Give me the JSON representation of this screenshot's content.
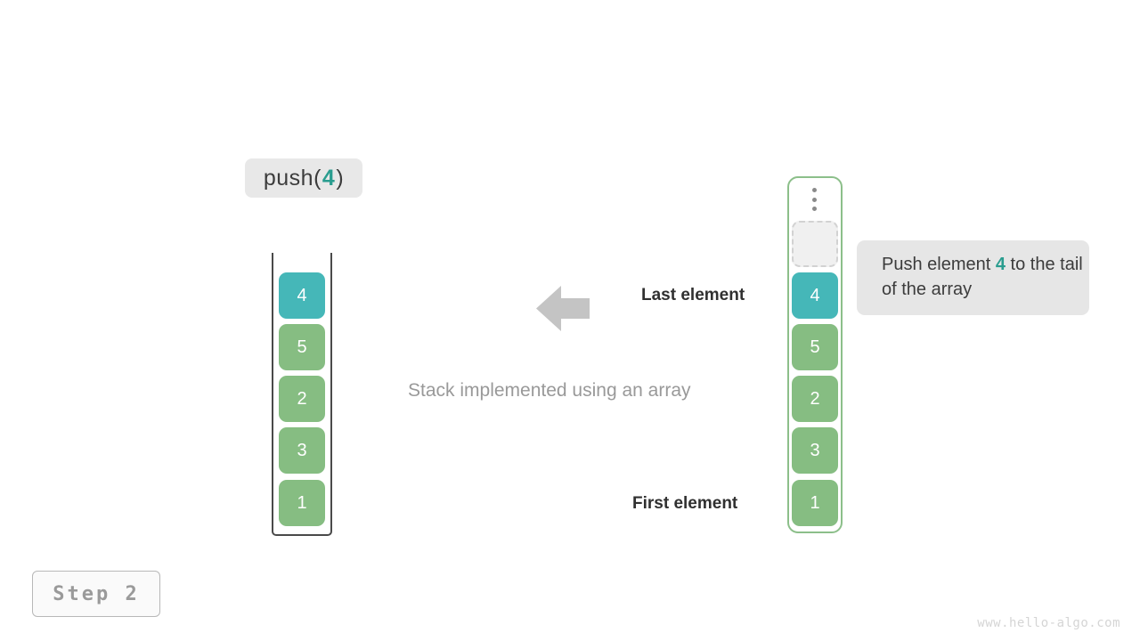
{
  "operation": {
    "prefix": "push(",
    "argument": "4",
    "suffix": ")"
  },
  "left_stack": {
    "name": "abstract-stack",
    "blocks": [
      {
        "value": "4",
        "style": "teal"
      },
      {
        "value": "5",
        "style": "green"
      },
      {
        "value": "2",
        "style": "green"
      },
      {
        "value": "3",
        "style": "green"
      },
      {
        "value": "1",
        "style": "green"
      }
    ]
  },
  "right_stack": {
    "name": "array-stack",
    "ellipsis": "vertical-ellipsis",
    "blocks": [
      {
        "value": "",
        "style": "empty"
      },
      {
        "value": "4",
        "style": "teal"
      },
      {
        "value": "5",
        "style": "green"
      },
      {
        "value": "2",
        "style": "green"
      },
      {
        "value": "3",
        "style": "green"
      },
      {
        "value": "1",
        "style": "green"
      }
    ]
  },
  "labels": {
    "last_element": "Last element",
    "first_element": "First element",
    "caption": "Stack implemented using an array"
  },
  "callout": {
    "text_before": "Push element ",
    "highlight": "4",
    "text_after": " to the tail of the array"
  },
  "step_badge": "Step 2",
  "watermark": "www.hello-algo.com",
  "colors": {
    "teal": "#45b7b8",
    "green": "#86bd82",
    "accent_text": "#2a9d8f",
    "arrow": "#c4c4c4",
    "label_bg": "#e8e8e8",
    "callout_bg": "#e6e6e6",
    "stack_left_border": "#4a4a4a",
    "stack_right_border": "#8cbf8a",
    "caption_text": "#999999",
    "watermark_text": "#d5d5d5"
  }
}
